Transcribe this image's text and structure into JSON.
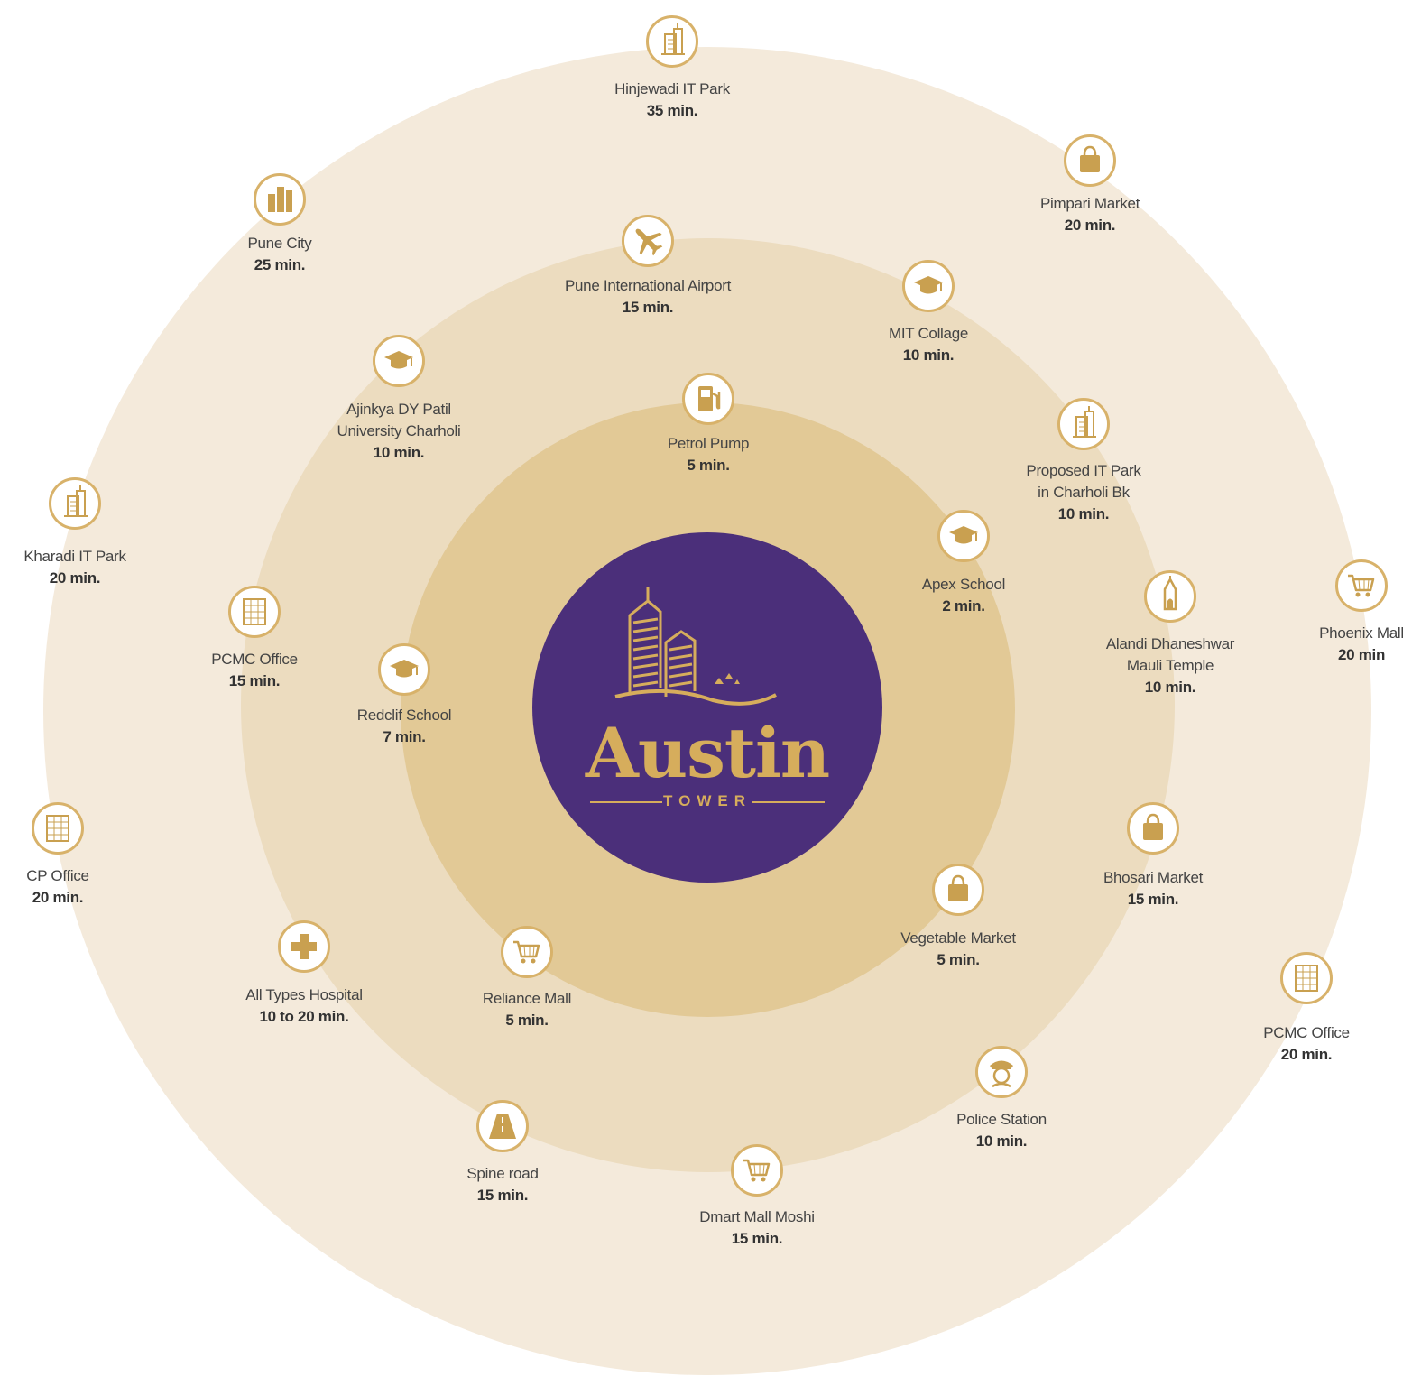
{
  "brand": {
    "name": "Austin",
    "subtitle": "TOWER"
  },
  "colors": {
    "hub": "#4b2f7a",
    "gold": "#d6ad5c",
    "ring_outer": "#f4eadb",
    "ring_middle": "#ecdcbf",
    "ring_inner": "#e2c996"
  },
  "places": [
    {
      "name": "Hinjewadi IT Park",
      "time": "35 min.",
      "icon": "tower-building-icon"
    },
    {
      "name": "Pimpari Market",
      "time": "20 min.",
      "icon": "shopping-bag-icon"
    },
    {
      "name": "Pune City",
      "time": "25 min.",
      "icon": "city-buildings-icon"
    },
    {
      "name": "Pune International Airport",
      "time": "15 min.",
      "icon": "airplane-icon"
    },
    {
      "name": "MIT Collage",
      "time": "10 min.",
      "icon": "graduation-cap-icon"
    },
    {
      "name": "Ajinkya DY Patil\nUniversity Charholi",
      "time": "10 min.",
      "icon": "graduation-cap-icon"
    },
    {
      "name": "Petrol Pump",
      "time": "5 min.",
      "icon": "fuel-pump-icon"
    },
    {
      "name": "Proposed IT Park\nin Charholi Bk",
      "time": "10 min.",
      "icon": "tower-building-icon"
    },
    {
      "name": "Kharadi IT Park",
      "time": "20 min.",
      "icon": "tower-building-icon"
    },
    {
      "name": "Apex School",
      "time": "2 min.",
      "icon": "graduation-cap-icon"
    },
    {
      "name": "Phoenix Mall",
      "time": "20 min",
      "icon": "shopping-cart-icon"
    },
    {
      "name": "PCMC Office",
      "time": "15 min.",
      "icon": "office-building-icon"
    },
    {
      "name": "Alandi Dhaneshwar\nMauli Temple",
      "time": "10 min.",
      "icon": "temple-icon"
    },
    {
      "name": "Redclif School",
      "time": "7 min.",
      "icon": "graduation-cap-icon"
    },
    {
      "name": "CP Office",
      "time": "20 min.",
      "icon": "office-building-icon"
    },
    {
      "name": "Bhosari Market",
      "time": "15 min.",
      "icon": "shopping-bag-icon"
    },
    {
      "name": "Vegetable Market",
      "time": "5 min.",
      "icon": "shopping-bag-icon"
    },
    {
      "name": "All Types Hospital",
      "time": "10 to 20 min.",
      "icon": "medical-cross-icon"
    },
    {
      "name": "Reliance Mall",
      "time": "5 min.",
      "icon": "shopping-cart-icon"
    },
    {
      "name": "PCMC Office",
      "time": "20 min.",
      "icon": "office-building-icon"
    },
    {
      "name": "Police Station",
      "time": "10 min.",
      "icon": "police-officer-icon"
    },
    {
      "name": "Spine road",
      "time": "15 min.",
      "icon": "road-icon"
    },
    {
      "name": "Dmart Mall Moshi",
      "time": "15 min.",
      "icon": "shopping-cart-icon"
    }
  ]
}
